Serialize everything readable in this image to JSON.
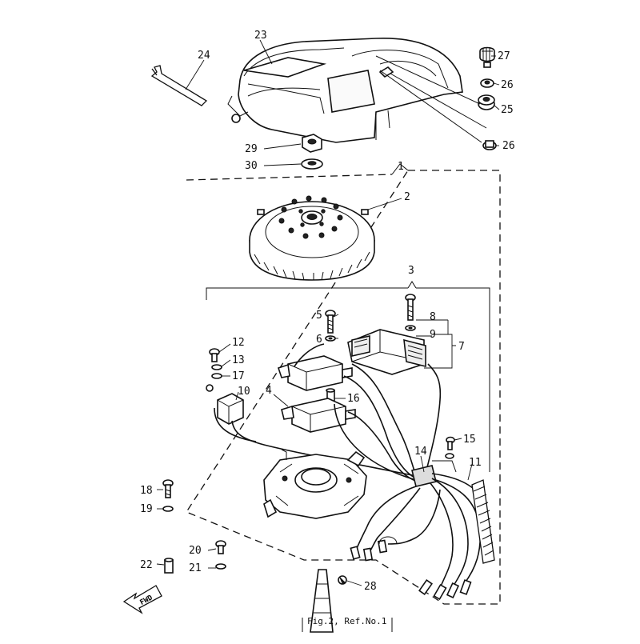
{
  "callouts": [
    {
      "id": "p1",
      "text": "1"
    },
    {
      "id": "p2",
      "text": "2"
    },
    {
      "id": "p3",
      "text": "3"
    },
    {
      "id": "p4",
      "text": "4"
    },
    {
      "id": "p5",
      "text": "5"
    },
    {
      "id": "p6",
      "text": "6"
    },
    {
      "id": "p7",
      "text": "7"
    },
    {
      "id": "p8",
      "text": "8"
    },
    {
      "id": "p9",
      "text": "9"
    },
    {
      "id": "p10",
      "text": "10"
    },
    {
      "id": "p11",
      "text": "11"
    },
    {
      "id": "p12",
      "text": "12"
    },
    {
      "id": "p13",
      "text": "13"
    },
    {
      "id": "p14",
      "text": "14"
    },
    {
      "id": "p15",
      "text": "15"
    },
    {
      "id": "p16",
      "text": "16"
    },
    {
      "id": "p17",
      "text": "17"
    },
    {
      "id": "p18",
      "text": "18"
    },
    {
      "id": "p19",
      "text": "19"
    },
    {
      "id": "p20",
      "text": "20"
    },
    {
      "id": "p21",
      "text": "21"
    },
    {
      "id": "p22",
      "text": "22"
    },
    {
      "id": "p23",
      "text": "23"
    },
    {
      "id": "p24",
      "text": "24"
    },
    {
      "id": "p25",
      "text": "25"
    },
    {
      "id": "p26a",
      "text": "26"
    },
    {
      "id": "p26b",
      "text": "26"
    },
    {
      "id": "p27",
      "text": "27"
    },
    {
      "id": "p28",
      "text": "28"
    },
    {
      "id": "p29",
      "text": "29"
    },
    {
      "id": "p30",
      "text": "30"
    }
  ],
  "reference_note": "Fig.2, Ref.No.1",
  "direction_label": "FWD"
}
